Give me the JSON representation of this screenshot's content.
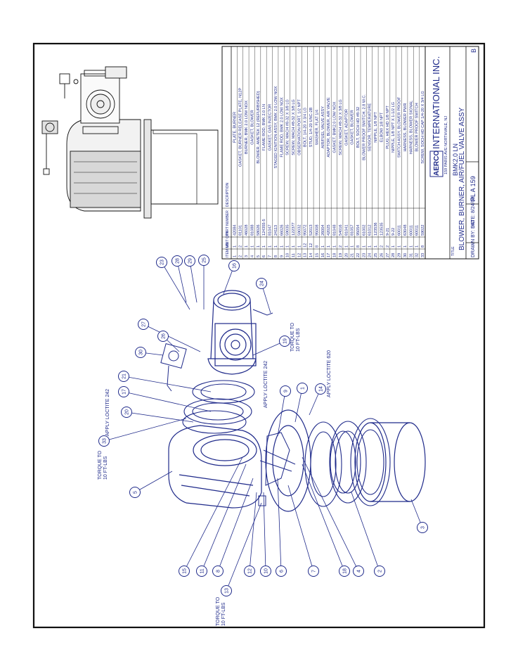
{
  "title_block": {
    "company": "INTERNATIONAL INC.",
    "logo_text": "AERCO",
    "address": "159 PARIS AVE NORTHVALE, NJ",
    "title_label": "TITLE",
    "model": "BMK2.0 LN",
    "title": "BLOWER, BURNER, AIR/FUEL VALVE ASSY",
    "drawn_by": "DRAWN BY: SID",
    "date": "DATE: 8/24/09",
    "plate": "PL  A  159",
    "rev": "B"
  },
  "parts_table": {
    "headers": [
      "ITEM NO.",
      "UNIT QTY.",
      "PART NUMBER",
      "DESCRIPTION"
    ],
    "rows": [
      [
        "1",
        "1",
        "42084",
        "PLATE, BURNER"
      ],
      [
        "2",
        "2",
        "81101",
        "GASKET, BURNER RELEASE PLATE, N12P"
      ],
      [
        "3",
        "1",
        "46028",
        "BURNER, BMK 2.0 LOW NOX"
      ],
      [
        "4",
        "1",
        "81088",
        "GASKET, BLOWER"
      ],
      [
        "5",
        "1",
        "58026",
        "BLOWER, AMETEK 12 (REFURBISHED)"
      ],
      [
        "6",
        "1",
        "124355-5",
        "FLAME ROD, BMK 2.0 LN"
      ],
      [
        "7",
        "1",
        "81047",
        "GASKET, GAS INJECTOR"
      ],
      [
        "8",
        "1",
        "24113",
        "STAGED IGNITION ASSY, BMK 2.0 LOW NOX"
      ],
      [
        "9",
        "1",
        "66026",
        "FLAME ROD, BMK 2.0 LOW NOX"
      ],
      [
        "10",
        "1",
        "59035",
        "SCREW, MACH #8-32 X 3/8 LG"
      ],
      [
        "11",
        "1",
        "122377",
        "SCREW, MACH #8-32 X 3/8 LG"
      ],
      [
        "12",
        "1",
        "59032",
        "OBSERVATION PORT, 1/2 NPT"
      ],
      [
        "13",
        "12",
        "95072",
        "BOLT, 1/4-20 X 3/4 LG"
      ],
      [
        "14",
        "12",
        "52013",
        "STUD, 1/4-20 UNC-2B"
      ],
      [
        "15",
        "8",
        "95008",
        "WASHER, FLAT 1/4"
      ],
      [
        "16",
        "1",
        "26004",
        "AIR/FUEL VALVE ASSY"
      ],
      [
        "17",
        "1",
        "42025",
        "ADAPTOR, BLOWER, AIR VALVE"
      ],
      [
        "18",
        "1",
        "81048",
        "GASKET, BMK2.0 LOW NOX"
      ],
      [
        "19",
        "2",
        "54016",
        "SCREW, MACH #8-32 X 3/8 LG"
      ],
      [
        "20",
        "1",
        "81041",
        "GASKET, ADAPTOR"
      ],
      [
        "21",
        "1",
        "81057",
        "GASKET, BLOWER"
      ],
      [
        "22",
        "8",
        "95054",
        "BOLT, SOCH HD #8-32"
      ],
      [
        "23",
        "1",
        "61002",
        "BLOWER PROOF SWITCH, 2.8 W.C."
      ],
      [
        "24",
        "1",
        "61012",
        "SENSOR, TEMPERATURE"
      ],
      [
        "25",
        "1",
        "123536",
        "NIPPLE, 1/8 NPT"
      ],
      [
        "26",
        "2",
        "123535",
        "ELBOW 1/8 NPT"
      ],
      [
        "27",
        "2",
        "9-21",
        "PLUG, HEX HD 1/8 NPT"
      ],
      [
        "28",
        "1",
        "9-22",
        "NIPPLE, 1/8 NPT X 1-1/2 LG"
      ],
      [
        "29",
        "1",
        "60011",
        "SWITCH ASSY, BLOWER PROOF"
      ],
      [
        "30",
        "1",
        "63048",
        "HARNESS, BLOWER PWR"
      ],
      [
        "31",
        "1",
        "60011",
        "HARNESS, BLOWER SIGNAL"
      ],
      [
        "32",
        "1",
        "60011",
        "BLOWER PROOF SWITCH"
      ],
      [
        "33",
        "8",
        "59022",
        "SCREW, SOCH HD CAP 1/4-20 X 3/4 LG"
      ]
    ]
  },
  "annotations": {
    "torque_a": "TORQUE TO\n10 FT-LBS",
    "torque_b": "TORQUE TO\n10 FT-LBS",
    "torque_c": "TORQUE TO\n10 FT-LBS",
    "loctite_242_a": "APPLY LOCTITE 242",
    "loctite_242_b": "APPLY LOCTITE 242",
    "loctite_620": "APPLY LOCTITE 620"
  },
  "balloons": [
    "1",
    "2",
    "3",
    "4",
    "5",
    "6",
    "7",
    "8",
    "9",
    "10",
    "11",
    "12",
    "13",
    "14",
    "15",
    "16",
    "17",
    "18",
    "19",
    "20",
    "21",
    "23",
    "24",
    "25",
    "26",
    "27",
    "28",
    "29",
    "30",
    "33"
  ],
  "colors": {
    "ink": "#1f2a8a",
    "border": "#111111",
    "paper": "#ffffff"
  }
}
